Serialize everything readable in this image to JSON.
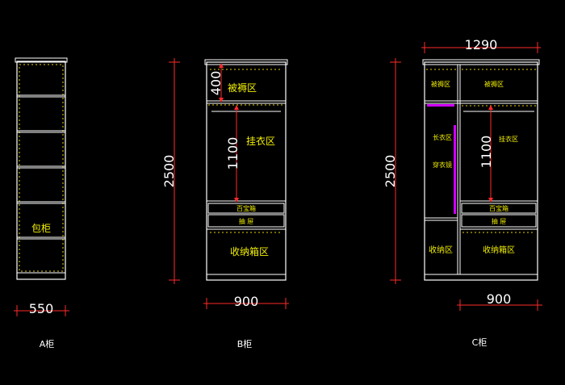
{
  "colors": {
    "background": "#000000",
    "outline": "#ffffff",
    "dimension": "#ff2a2a",
    "label_yellow": "#f2ef00",
    "dim_text": "#ffffff",
    "caption": "#ffffff",
    "detail": "#e6d200",
    "rod": "#d000ff"
  },
  "cabinet_a": {
    "caption": "A柜",
    "width_dim": "550",
    "label_baogui": "包柜"
  },
  "cabinet_b": {
    "caption": "B柜",
    "height_dim": "2500",
    "width_dim": "900",
    "dim_400": "400",
    "dim_1100": "1100",
    "zone_bedding": "被褥区",
    "zone_hanging": "挂衣区",
    "zone_jewelry": "百宝箱",
    "zone_drawer": "抽 屉",
    "zone_storage": "收纳箱区"
  },
  "cabinet_c": {
    "caption": "C柜",
    "height_dim": "2500",
    "top_dim": "1290",
    "width_dim": "900",
    "dim_1100": "1100",
    "zone_bedding_left": "被褥区",
    "zone_bedding_right": "被褥区",
    "zone_long_clothes": "长衣区",
    "zone_dress_mirror": "穿衣镜",
    "zone_hanging": "挂衣区",
    "zone_jewelry": "百宝箱",
    "zone_drawer": "抽 屉",
    "zone_storage_left": "收纳区",
    "zone_storage_right": "收纳箱区"
  }
}
